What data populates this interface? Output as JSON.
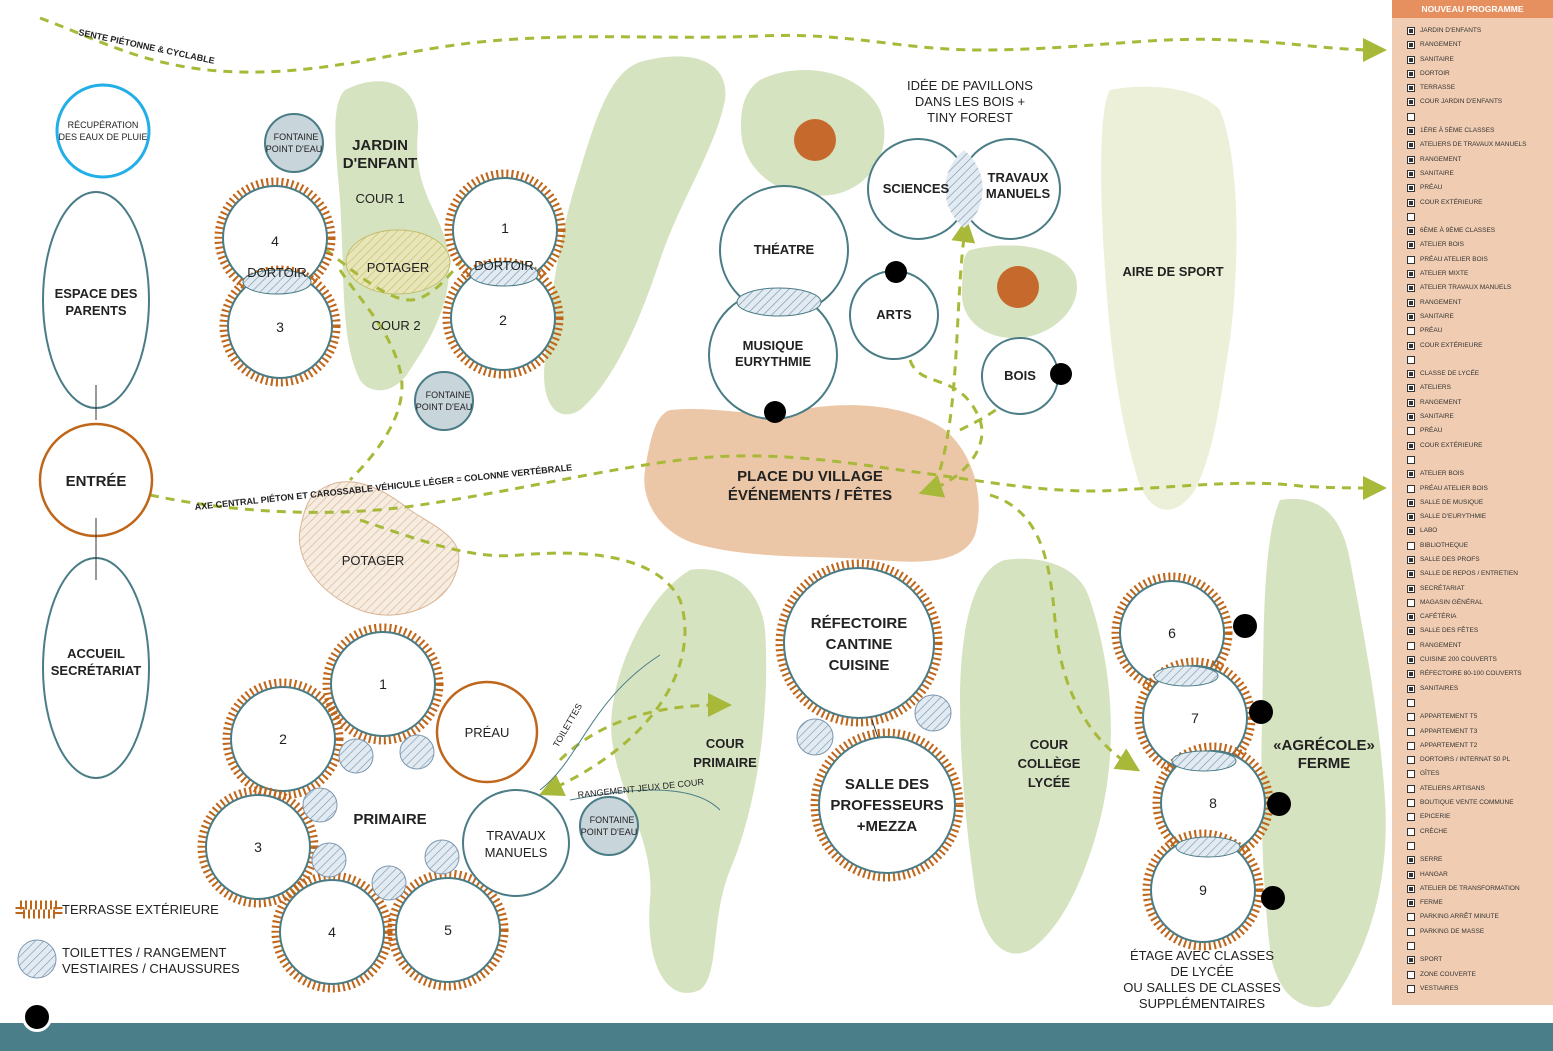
{
  "colors": {
    "green_zone": "#d6e3c0",
    "pale_zone": "#edf0d8",
    "village_square": "#ecc7a7",
    "circle_stroke": "#4a7c86",
    "terrace": "#c0661a",
    "path": "#a8b93a",
    "rainwater": "#22aee6",
    "sidebar_bg": "#f0cdb2",
    "sidebar_header": "#e69060",
    "footer": "#4a7f8a"
  },
  "paths": {
    "sente": "SENTE PIÉTONNE & CYCLABLE",
    "axe": "AXE CENTRAL PIÉTON ET CAROSSABLE VÉHICULE LÉGER = COLONNE VERTÉBRALE"
  },
  "rainwater": [
    "RÉCUPÉRATION",
    "DES EAUX DE PLUIE"
  ],
  "left": {
    "parents": [
      "ESPACE DES",
      "PARENTS"
    ],
    "entree": "ENTRÉE",
    "accueil": [
      "ACCUEIL",
      "SECRÉTARIAT"
    ]
  },
  "jardin": {
    "title": [
      "JARDIN",
      "D'ENFANT"
    ],
    "cour1": "COUR 1",
    "cour2": "COUR 2",
    "potager": "POTAGER",
    "dortoir": "DORTOIR",
    "rooms": [
      "1",
      "2",
      "3",
      "4"
    ],
    "fontaine": [
      "FONTAINE",
      "POINT D'EAU"
    ]
  },
  "center": {
    "potager": "POTAGER",
    "pavillons": [
      "IDÉE DE PAVILLONS",
      "DANS LES BOIS +",
      "TINY FOREST"
    ],
    "sciences": "SCIENCES",
    "travaux": [
      "TRAVAUX",
      "MANUELS"
    ],
    "theatre": "THÉATRE",
    "musique": [
      "MUSIQUE",
      "EURYTHMIE"
    ],
    "arts": "ARTS",
    "bois": "BOIS",
    "sport": "AIRE DE SPORT",
    "place": [
      "PLACE DU VILLAGE",
      "ÉVÉNEMENTS / FÊTES"
    ]
  },
  "primaire": {
    "title": "PRIMAIRE",
    "rooms": [
      "1",
      "2",
      "3",
      "4",
      "5"
    ],
    "preau": "PRÉAU",
    "travaux": [
      "TRAVAUX",
      "MANUELS"
    ],
    "toilettes": "TOILETTES",
    "rangement": "RANGEMENT JEUX DE COUR",
    "cour": [
      "COUR",
      "PRIMAIRE"
    ]
  },
  "refectoire": [
    "RÉFECTOIRE",
    "CANTINE",
    "CUISINE"
  ],
  "profs": [
    "SALLE DES",
    "PROFESSEURS",
    "+MEZZA"
  ],
  "college": {
    "cour": [
      "COUR",
      "COLLÈGE",
      "LYCÉE"
    ],
    "rooms": [
      "6",
      "7",
      "8",
      "9"
    ],
    "etage": [
      "ÉTAGE AVEC CLASSES",
      "DE LYCÉE",
      "OU SALLES DE CLASSES",
      "SUPPLÉMENTAIRES"
    ],
    "ferme": [
      "«AGRÉCOLE»",
      "FERME"
    ]
  },
  "legend": {
    "terrasse": "TERRASSE EXTÉRIEURE",
    "toilettes": [
      "TOILETTES / RANGEMENT",
      "VESTIAIRES / CHAUSSURES"
    ]
  },
  "sidebar": {
    "title": "NOUVEAU PROGRAMME",
    "items": [
      {
        "label": "JARDIN D'ENFANTS",
        "checked": true
      },
      {
        "label": "RANGEMENT",
        "checked": true
      },
      {
        "label": "SANITAIRE",
        "checked": true
      },
      {
        "label": "DORTOIR",
        "checked": true
      },
      {
        "label": "TERRASSE",
        "checked": true
      },
      {
        "label": "COUR JARDIN D'ENFANTS",
        "checked": true
      },
      {
        "label": "",
        "checked": false
      },
      {
        "label": "1ÈRE À 5ÈME CLASSES",
        "checked": true
      },
      {
        "label": "ATELIERS DE TRAVAUX MANUELS",
        "checked": true
      },
      {
        "label": "RANGEMENT",
        "checked": true
      },
      {
        "label": "SANITAIRE",
        "checked": true
      },
      {
        "label": "PRÉAU",
        "checked": true
      },
      {
        "label": "COUR EXTÉRIEURE",
        "checked": true
      },
      {
        "label": "",
        "checked": false
      },
      {
        "label": "6ÈME À 9ÈME CLASSES",
        "checked": true
      },
      {
        "label": "ATELIER BOIS",
        "checked": true
      },
      {
        "label": "PRÉAU ATELIER BOIS",
        "checked": false
      },
      {
        "label": "ATELIER MIXTE",
        "checked": true
      },
      {
        "label": "ATELIER TRAVAUX MANUELS",
        "checked": true
      },
      {
        "label": "RANGEMENT",
        "checked": true
      },
      {
        "label": "SANITAIRE",
        "checked": true
      },
      {
        "label": "PRÉAU",
        "checked": false
      },
      {
        "label": "COUR EXTÉRIEURE",
        "checked": true
      },
      {
        "label": "",
        "checked": false
      },
      {
        "label": "CLASSE DE LYCÉE",
        "checked": true
      },
      {
        "label": "ATELIERS",
        "checked": true
      },
      {
        "label": "RANGEMENT",
        "checked": true
      },
      {
        "label": "SANITAIRE",
        "checked": true
      },
      {
        "label": "PRÉAU",
        "checked": false
      },
      {
        "label": "COUR EXTÉRIEURE",
        "checked": true
      },
      {
        "label": "",
        "checked": false
      },
      {
        "label": "ATELIER BOIS",
        "checked": true
      },
      {
        "label": "PRÉAU ATELIER BOIS",
        "checked": false
      },
      {
        "label": "SALLE DE MUSIQUE",
        "checked": true
      },
      {
        "label": "SALLE D'EURYTHMIE",
        "checked": true
      },
      {
        "label": "LABO",
        "checked": true
      },
      {
        "label": "BIBLIOTHEQUE",
        "checked": false
      },
      {
        "label": "SALLE DES PROFS",
        "checked": true
      },
      {
        "label": "SALLE DE REPOS / ENTRETIEN",
        "checked": true
      },
      {
        "label": "SECRÉTARIAT",
        "checked": true
      },
      {
        "label": "MAGASIN GÉNÉRAL",
        "checked": false
      },
      {
        "label": "CAFÉTÉRIA",
        "checked": true
      },
      {
        "label": "SALLE DES FÊTES",
        "checked": true
      },
      {
        "label": "RANGEMENT",
        "checked": false
      },
      {
        "label": "CUISINE 200 COUVERTS",
        "checked": true
      },
      {
        "label": "RÉFECTOIRE 80-100 COUVERTS",
        "checked": true
      },
      {
        "label": "SANITAIRES",
        "checked": true
      },
      {
        "label": "",
        "checked": false
      },
      {
        "label": "APPARTEMENT T5",
        "checked": false
      },
      {
        "label": "APPARTEMENT T3",
        "checked": false
      },
      {
        "label": "APPARTEMENT T2",
        "checked": false
      },
      {
        "label": "DORTOIRS / INTERNAT 50 PL",
        "checked": false
      },
      {
        "label": "GÎTES",
        "checked": false
      },
      {
        "label": "ATELIERS ARTISANS",
        "checked": false
      },
      {
        "label": "BOUTIQUE VENTE COMMUNE",
        "checked": false
      },
      {
        "label": "EPICERIE",
        "checked": false
      },
      {
        "label": "CRÈCHE",
        "checked": false
      },
      {
        "label": "",
        "checked": false
      },
      {
        "label": "SERRE",
        "checked": true
      },
      {
        "label": "HANGAR",
        "checked": true
      },
      {
        "label": "ATELIER DE TRANSFORMATION",
        "checked": true
      },
      {
        "label": "FERME",
        "checked": true
      },
      {
        "label": "PARKING ARRÊT MINUTE",
        "checked": false
      },
      {
        "label": "PARKING DE MASSE",
        "checked": false
      },
      {
        "label": "",
        "checked": false
      },
      {
        "label": "SPORT",
        "checked": true
      },
      {
        "label": "ZONE COUVERTE",
        "checked": false
      },
      {
        "label": "VESTIAIRES",
        "checked": false
      }
    ]
  }
}
